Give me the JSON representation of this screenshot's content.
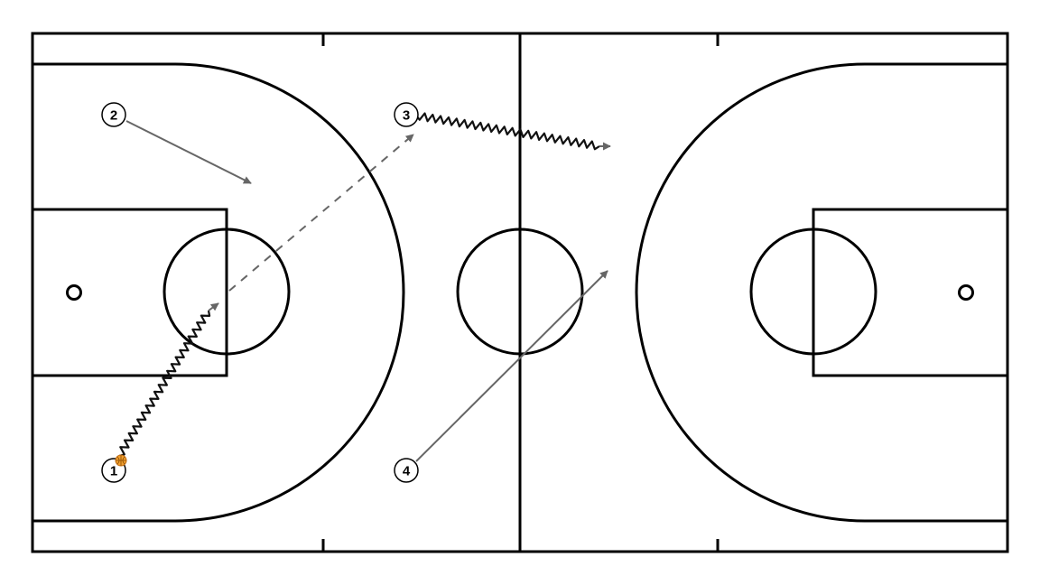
{
  "diagram": {
    "colors": {
      "court_lines": "#000000",
      "background": "#ffffff",
      "movement": "#666666",
      "dribble": "#111111",
      "ball": "#f0a030"
    },
    "players": [
      {
        "label": "1",
        "has_ball": true
      },
      {
        "label": "2",
        "has_ball": false
      },
      {
        "label": "3",
        "has_ball": false
      },
      {
        "label": "4",
        "has_ball": false
      }
    ],
    "actions": [
      {
        "type": "dribble",
        "player": "1"
      },
      {
        "type": "pass",
        "from": "1",
        "to": "3"
      },
      {
        "type": "cut",
        "player": "2"
      },
      {
        "type": "dribble",
        "player": "3"
      },
      {
        "type": "cut",
        "player": "4"
      }
    ]
  }
}
